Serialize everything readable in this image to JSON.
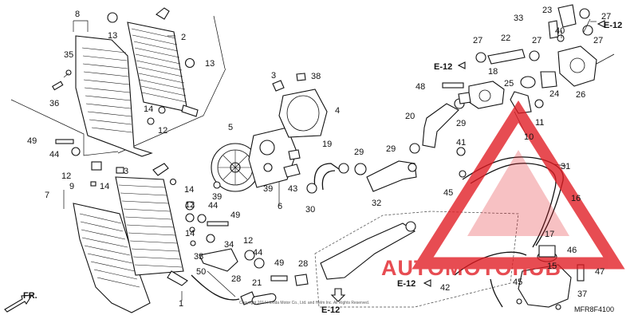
{
  "diagram_code": "MFR8F4100",
  "direction_label": "FR.",
  "connector_ref": "E-12",
  "watermark": {
    "text": "AUTOMOTOHUB",
    "color": "#e11b22",
    "accent": "#f0a030"
  },
  "callouts": [
    {
      "id": "c1",
      "label": "1"
    },
    {
      "id": "c2",
      "label": "2"
    },
    {
      "id": "c3a",
      "label": "3"
    },
    {
      "id": "c3b",
      "label": "3"
    },
    {
      "id": "c4",
      "label": "4"
    },
    {
      "id": "c5",
      "label": "5"
    },
    {
      "id": "c6",
      "label": "6"
    },
    {
      "id": "c7",
      "label": "7"
    },
    {
      "id": "c8",
      "label": "8"
    },
    {
      "id": "c9",
      "label": "9"
    },
    {
      "id": "c10",
      "label": "10"
    },
    {
      "id": "c11",
      "label": "11"
    },
    {
      "id": "c12a",
      "label": "12"
    },
    {
      "id": "c12b",
      "label": "12"
    },
    {
      "id": "c12c",
      "label": "12"
    },
    {
      "id": "c13a",
      "label": "13"
    },
    {
      "id": "c13b",
      "label": "13"
    },
    {
      "id": "c14a",
      "label": "14"
    },
    {
      "id": "c14b",
      "label": "14"
    },
    {
      "id": "c14c",
      "label": "14"
    },
    {
      "id": "c14d",
      "label": "14"
    },
    {
      "id": "c15",
      "label": "15"
    },
    {
      "id": "c16",
      "label": "16"
    },
    {
      "id": "c17",
      "label": "17"
    },
    {
      "id": "c18",
      "label": "18"
    },
    {
      "id": "c19",
      "label": "19"
    },
    {
      "id": "c20",
      "label": "20"
    },
    {
      "id": "c21",
      "label": "21"
    },
    {
      "id": "c22",
      "label": "22"
    },
    {
      "id": "c23",
      "label": "23"
    },
    {
      "id": "c24",
      "label": "24"
    },
    {
      "id": "c25",
      "label": "25"
    },
    {
      "id": "c26",
      "label": "26"
    },
    {
      "id": "c27a",
      "label": "27"
    },
    {
      "id": "c27b",
      "label": "27"
    },
    {
      "id": "c27c",
      "label": "27"
    },
    {
      "id": "c27d",
      "label": "27"
    },
    {
      "id": "c28a",
      "label": "28"
    },
    {
      "id": "c28b",
      "label": "28"
    },
    {
      "id": "c29a",
      "label": "29"
    },
    {
      "id": "c29b",
      "label": "29"
    },
    {
      "id": "c29c",
      "label": "29"
    },
    {
      "id": "c30",
      "label": "30"
    },
    {
      "id": "c31",
      "label": "31"
    },
    {
      "id": "c32",
      "label": "32"
    },
    {
      "id": "c33",
      "label": "33"
    },
    {
      "id": "c34",
      "label": "34"
    },
    {
      "id": "c35",
      "label": "35"
    },
    {
      "id": "c36",
      "label": "36"
    },
    {
      "id": "c37",
      "label": "37"
    },
    {
      "id": "c38",
      "label": "38"
    },
    {
      "id": "c39a",
      "label": "39"
    },
    {
      "id": "c39b",
      "label": "39"
    },
    {
      "id": "c40",
      "label": "40"
    },
    {
      "id": "c41",
      "label": "41"
    },
    {
      "id": "c42",
      "label": "42"
    },
    {
      "id": "c43",
      "label": "43"
    },
    {
      "id": "c44a",
      "label": "44"
    },
    {
      "id": "c44b",
      "label": "44"
    },
    {
      "id": "c44c",
      "label": "44"
    },
    {
      "id": "c45a",
      "label": "45"
    },
    {
      "id": "c45b",
      "label": "45"
    },
    {
      "id": "c46",
      "label": "46"
    },
    {
      "id": "c47",
      "label": "47"
    },
    {
      "id": "c48",
      "label": "48"
    },
    {
      "id": "c49a",
      "label": "49"
    },
    {
      "id": "c49b",
      "label": "49"
    },
    {
      "id": "c49c",
      "label": "49"
    },
    {
      "id": "c50",
      "label": "50"
    }
  ]
}
